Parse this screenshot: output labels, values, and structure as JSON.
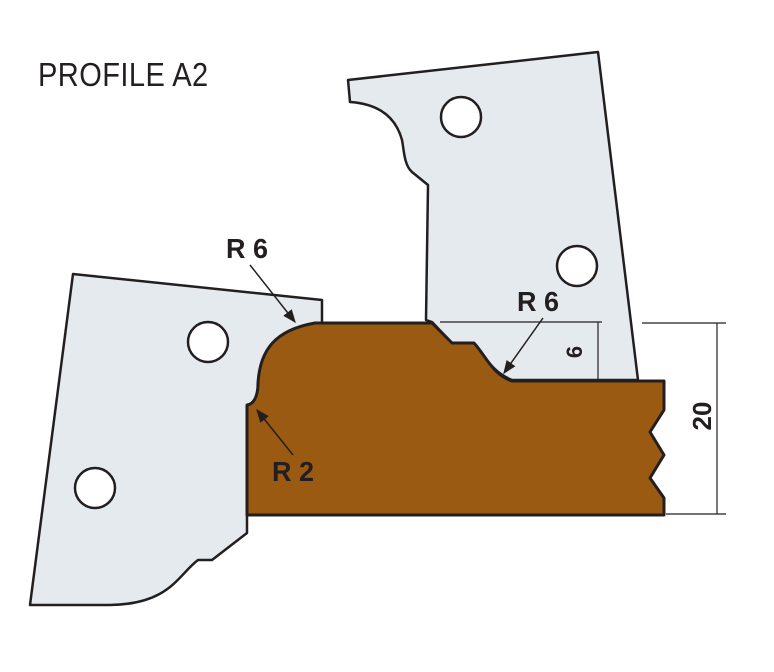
{
  "title": "PROFILE A2",
  "colors": {
    "workpiece": "#9b5a12",
    "cutter": "#e5eaee",
    "outline": "#231f20"
  },
  "annotations": {
    "radius_top_left": "R 6",
    "radius_top_right": "R 6",
    "radius_bottom": "R 2",
    "depth": "6",
    "height": "20"
  }
}
